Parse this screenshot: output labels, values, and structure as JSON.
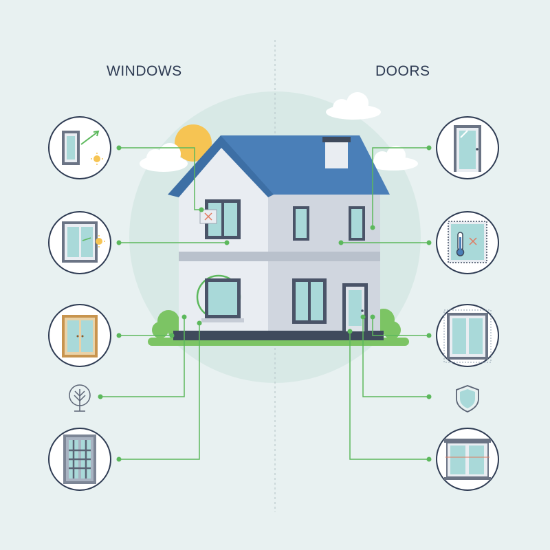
{
  "headings": {
    "left": "WINDOWS",
    "right": "DOORS"
  },
  "colors": {
    "background": "#e8f1f1",
    "halo": "#d8e9e6",
    "roof": "#4a7fb8",
    "wall_light": "#e9edf2",
    "wall_mid": "#d0d6df",
    "trim": "#4a5468",
    "glass": "#a9d9d9",
    "connector": "#5cb85c",
    "sun": "#f6c453",
    "lawn": "#7cc464",
    "accent_red": "#e07a5f"
  },
  "callouts": {
    "windows": [
      {
        "icon": "tilt-window-with-sun-icon",
        "shape": "circle"
      },
      {
        "icon": "double-window-with-sun-icon",
        "shape": "circle"
      },
      {
        "icon": "wooden-frame-window-icon",
        "shape": "circle"
      },
      {
        "icon": "tree-eco-icon",
        "shape": "plain"
      },
      {
        "icon": "security-grille-window-icon",
        "shape": "circle"
      }
    ],
    "doors": [
      {
        "icon": "glass-door-icon",
        "shape": "circle"
      },
      {
        "icon": "thermometer-panel-icon",
        "shape": "circle"
      },
      {
        "icon": "sliding-door-icon",
        "shape": "circle"
      },
      {
        "icon": "security-shield-icon",
        "shape": "plain"
      },
      {
        "icon": "patio-door-icon",
        "shape": "circle"
      }
    ]
  }
}
